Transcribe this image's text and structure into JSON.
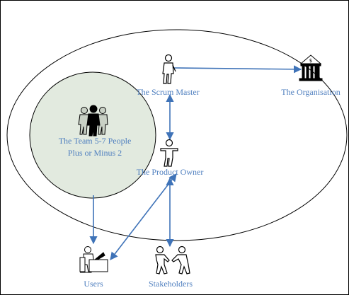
{
  "nodes": {
    "scrum_master": "The Scrum Master",
    "organisation": "The Organisation",
    "team_line1": "The Team 5-7 People",
    "team_line2": "Plus or Minus 2",
    "product_owner": "The Product Owner",
    "users": "Users",
    "stakeholders": "Stakeholders"
  },
  "icons": {
    "scrum_master": "person-icon",
    "organisation": "bank-building-icon",
    "team": "group-people-icon",
    "product_owner": "person-arms-out-icon",
    "users": "person-at-desk-icon",
    "stakeholders": "handshake-icon"
  },
  "colors": {
    "label": "#4f7fbf",
    "arrow": "#3f73b8",
    "inner_circle_fill": "#e2eadf",
    "outline": "#000000"
  }
}
